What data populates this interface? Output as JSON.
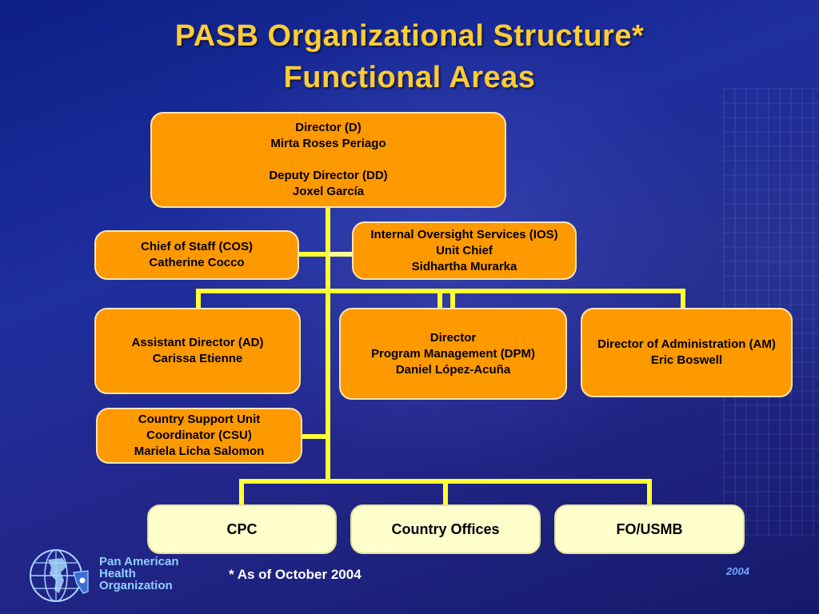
{
  "slide": {
    "title_line1": "PASB Organizational Structure*",
    "title_line2": "Functional Areas"
  },
  "boxes": {
    "director": {
      "line1": "Director (D)",
      "line2": "Mirta Roses Periago",
      "line3": "Deputy Director (DD)",
      "line4": "Joxel García"
    },
    "chief_of_staff": {
      "line1": "Chief of Staff  (COS)",
      "line2": "Catherine Cocco"
    },
    "ios": {
      "line1": "Internal Oversight Services (IOS)",
      "line2": "Unit Chief",
      "line3": "Sidhartha Murarka"
    },
    "assistant_director": {
      "line1": "Assistant Director (AD)",
      "line2": "Carissa Etienne"
    },
    "dpm": {
      "line1": "Director",
      "line2": "Program Management (DPM)",
      "line3": "Daniel López-Acuña"
    },
    "administration": {
      "line1": "Director of Administration (AM)",
      "line2": "Eric Boswell"
    },
    "csu": {
      "line1": "Country Support Unit",
      "line2": "Coordinator  (CSU)",
      "line3": "Mariela Licha Salomon"
    },
    "cpc": {
      "line1": "CPC"
    },
    "country_offices": {
      "line1": "Country Offices"
    },
    "fo_usmb": {
      "line1": "FO/USMB"
    }
  },
  "footer": {
    "org_line1": "Pan American",
    "org_line2": "Health",
    "org_line3": "Organization",
    "footnote": "* As of October 2004",
    "year": "2004"
  },
  "colors": {
    "title": "#ffcc33",
    "box_orange": "#ff9900",
    "box_pale": "#ffffcc",
    "connector": "#ffff33",
    "background": "#1a2a96"
  }
}
